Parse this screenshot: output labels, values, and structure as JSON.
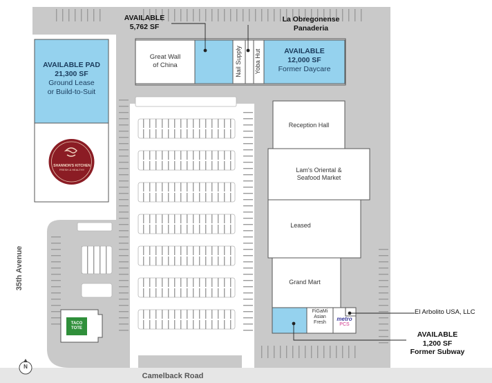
{
  "callouts": {
    "available_top": {
      "line1": "AVAILABLE",
      "line2": "5,762 SF"
    },
    "obregonense": {
      "line1": "La Obregonense",
      "line2": "Panaderia"
    },
    "arbolito": "El Arbolito USA, LLC",
    "available_subway": {
      "line1": "AVAILABLE",
      "line2": "1,200 SF",
      "line3": "Former Subway"
    }
  },
  "pad": {
    "line1": "AVAILABLE PAD",
    "line2": "21,300 SF",
    "line3": "Ground Lease",
    "line4": "or Build-to-Suit"
  },
  "shannons": {
    "name": "SHANNON'S KITCHEN",
    "tagline": "FRESH & HEALTHY"
  },
  "north_building": {
    "great_wall": {
      "line1": "Great Wall",
      "line2": "of China"
    },
    "nail_supply": "Nail Supply",
    "yoba_hut": "Yoba Hut",
    "daycare": {
      "line1": "AVAILABLE",
      "line2": "12,000 SF",
      "line3": "Former Daycare"
    }
  },
  "east_building": {
    "reception_hall": "Reception Hall",
    "lams": {
      "line1": "Lam's Oriental &",
      "line2": "Seafood Market"
    },
    "leased": "Leased",
    "grand_mart": "Grand Mart",
    "figami": {
      "line1": "FiGaMi",
      "line2": "Asian",
      "line3": "Fresh"
    },
    "metro": {
      "line1": "metro",
      "line2": "PCS"
    }
  },
  "taco": {
    "line1": "TACO",
    "line2": "TOTE"
  },
  "streets": {
    "west": "35th Avenue",
    "south": "Camelback Road"
  },
  "compass": "N",
  "colors": {
    "available": "#95d2ee",
    "pavement": "#c9c9c9",
    "road": "#dcdcdc",
    "building_line": "#555555",
    "title_blue": "#1a3b5c",
    "shannons_red": "#8b1c24",
    "taco_green": "#2f8f3a"
  }
}
